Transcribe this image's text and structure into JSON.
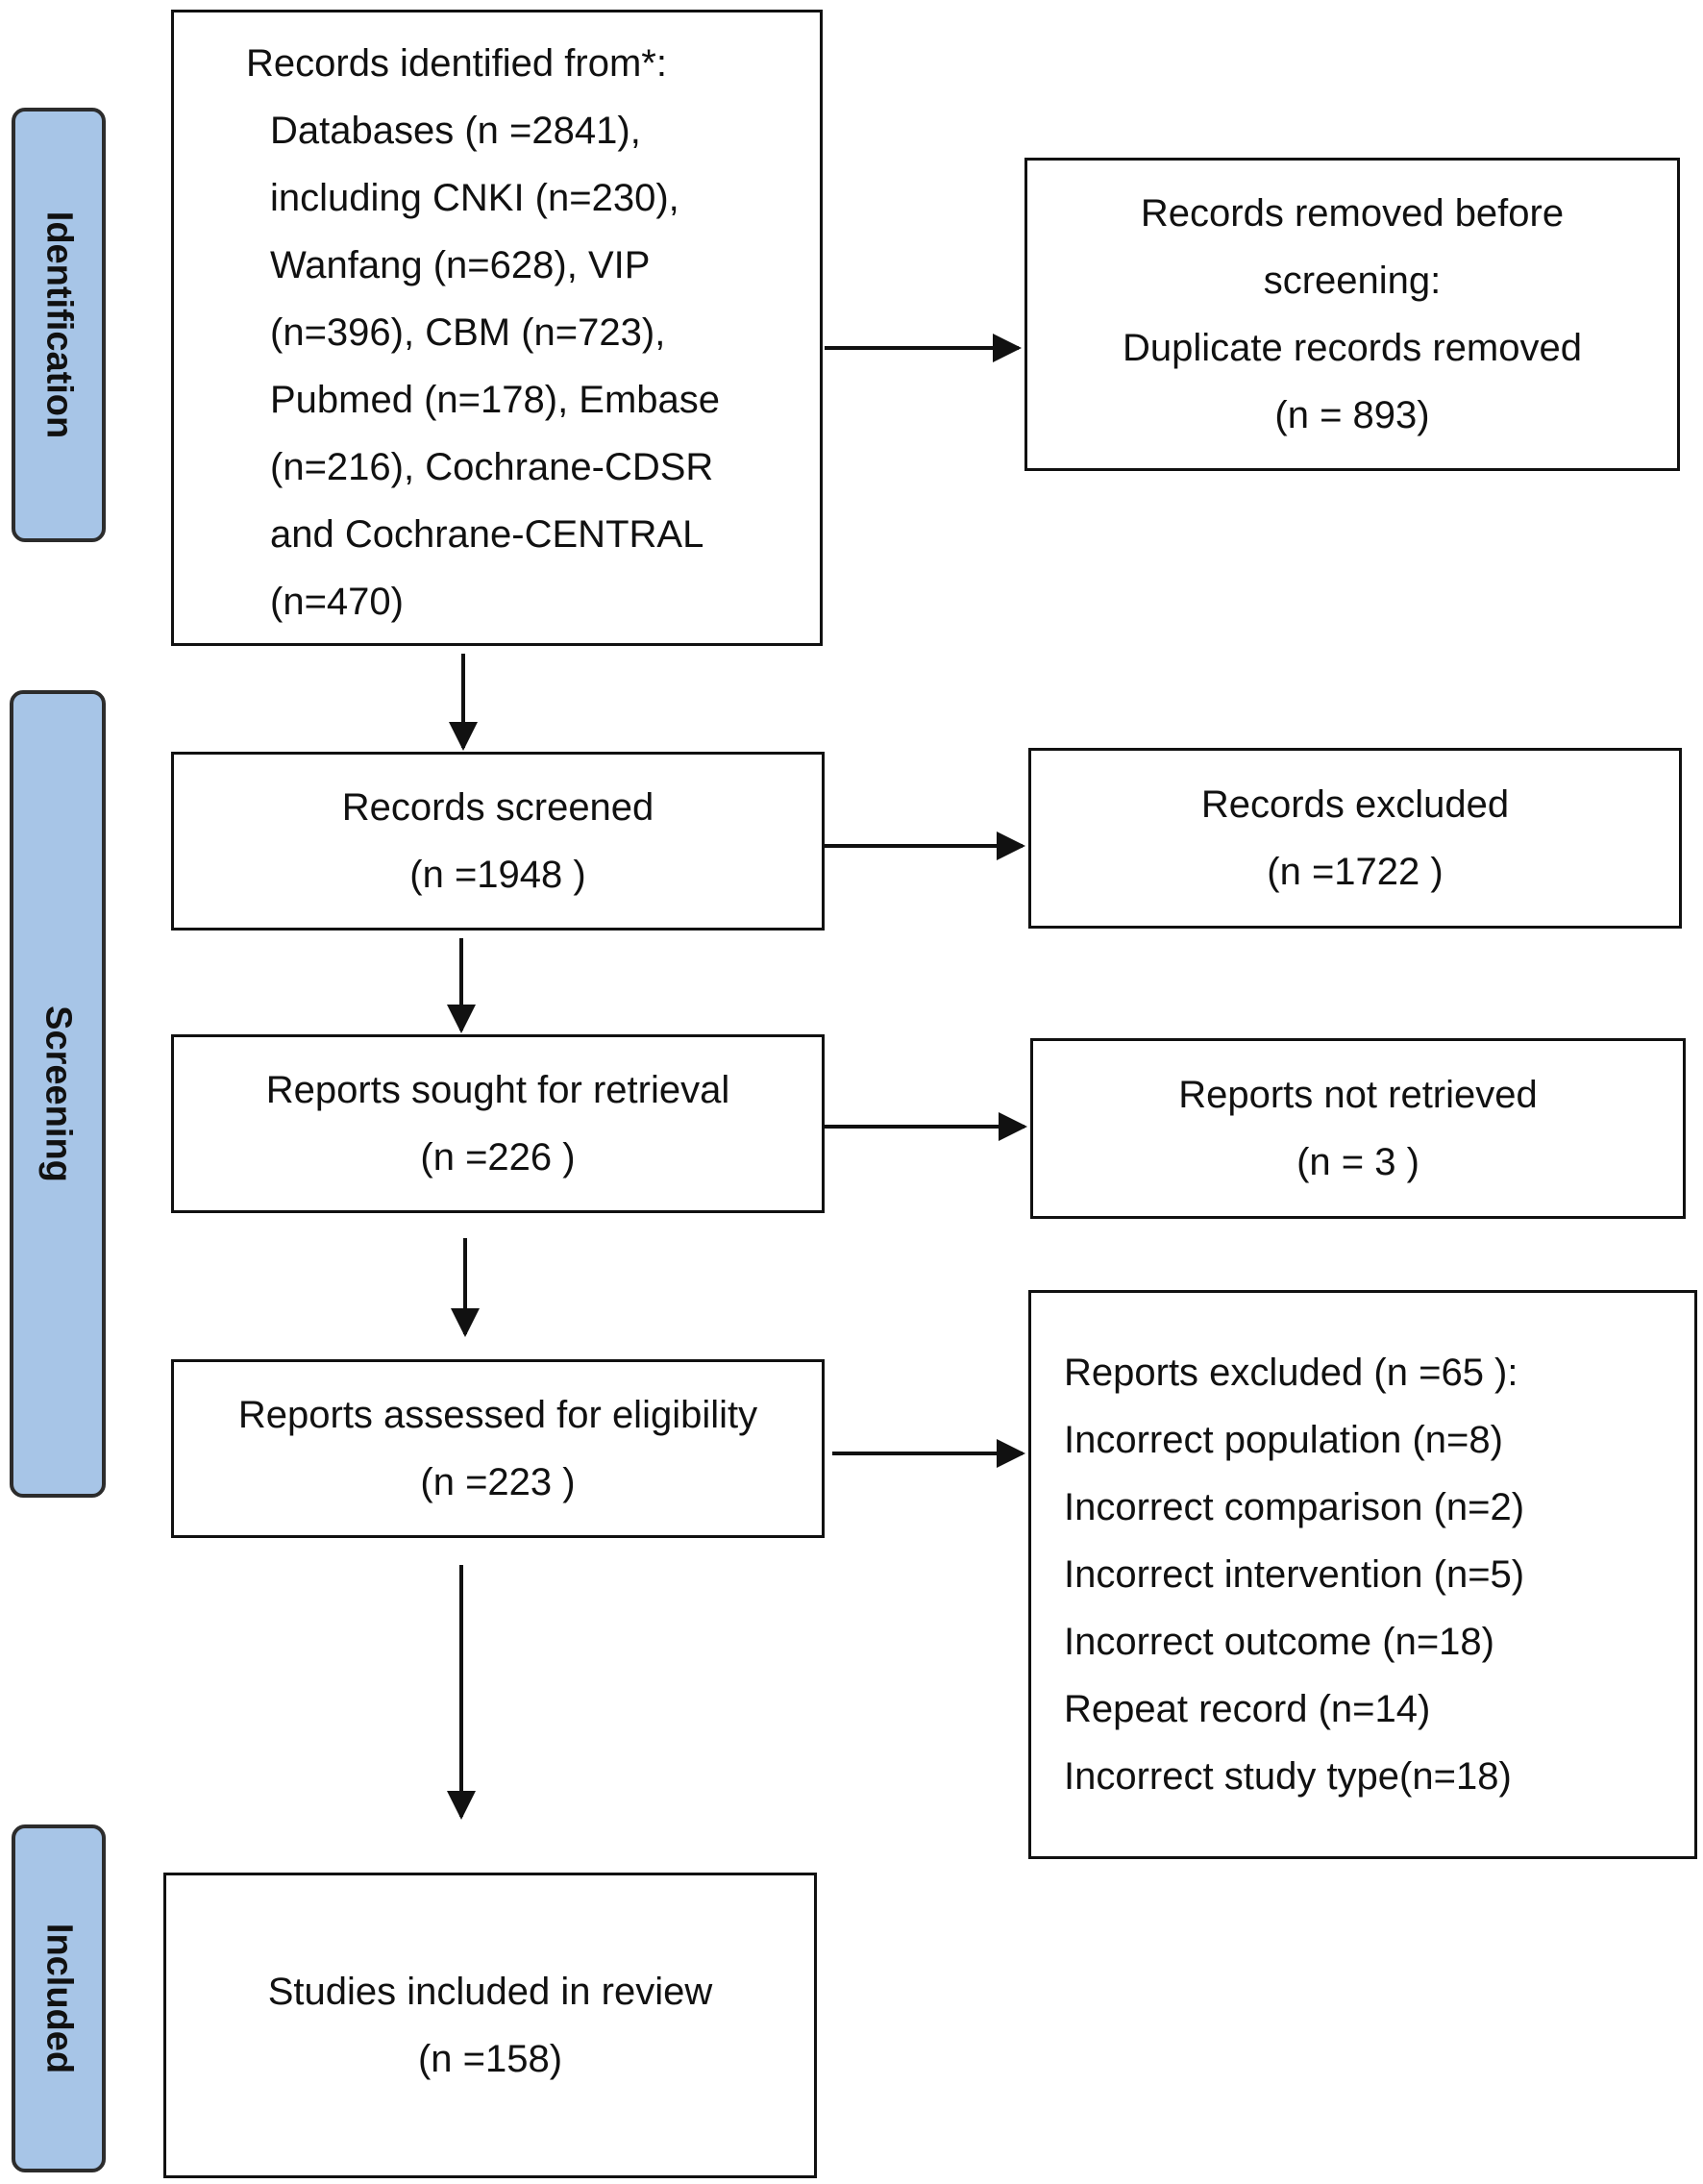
{
  "phases": {
    "identification": "Identification",
    "screening": "Screening",
    "included": "Included"
  },
  "identification_box": {
    "heading": "Records identified from*:",
    "lines": [
      "Databases (n =2841),",
      "including CNKI (n=230),",
      "Wanfang (n=628), VIP",
      "(n=396), CBM (n=723),",
      "Pubmed (n=178), Embase",
      "(n=216), Cochrane-CDSR",
      "and Cochrane-CENTRAL",
      "(n=470)"
    ]
  },
  "removed_box": {
    "line1": "Records removed before",
    "line2": "screening:",
    "line3": "Duplicate records removed",
    "line4": "(n = 893)"
  },
  "screened_box": {
    "title": "Records screened",
    "count": "(n =1948 )"
  },
  "excluded_box": {
    "title": "Records excluded",
    "count": "(n =1722 )"
  },
  "sought_box": {
    "title": "Reports sought for retrieval",
    "count": "(n =226 )"
  },
  "not_retrieved_box": {
    "title": "Reports not retrieved",
    "count": "(n = 3 )"
  },
  "assessed_box": {
    "title": "Reports assessed for eligibility",
    "count": "(n =223 )"
  },
  "reports_excluded_box": {
    "heading": "Reports excluded (n =65 ):",
    "items": [
      "Incorrect population (n=8)",
      "Incorrect comparison (n=2)",
      "Incorrect intervention (n=5)",
      "Incorrect outcome (n=18)",
      "Repeat record (n=14)",
      "Incorrect study type(n=18)"
    ]
  },
  "included_box": {
    "title": "Studies included in review",
    "count": "(n =158)"
  }
}
